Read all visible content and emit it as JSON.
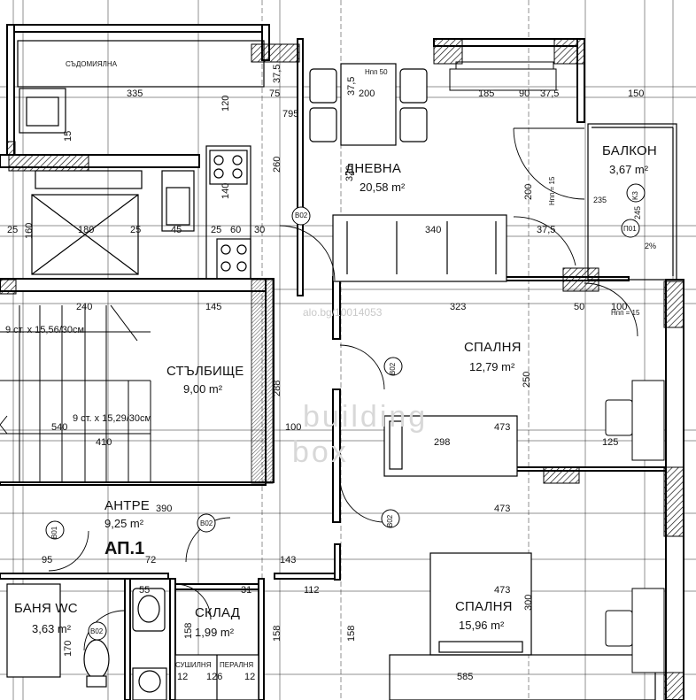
{
  "rooms": {
    "living": {
      "name": "ДНЕВНА",
      "area": "20,58 m²"
    },
    "balcony": {
      "name": "БАЛКОН",
      "area": "3,67 m²"
    },
    "stair": {
      "name": "СТЪЛБИЩЕ",
      "area": "9,00 m²"
    },
    "bed1": {
      "name": "СПАЛНЯ",
      "area": "12,79 m²"
    },
    "hall": {
      "name": "АНТРЕ",
      "area": "9,25 m²"
    },
    "bath": {
      "name": "БАНЯ WC",
      "area": "3,63 m²"
    },
    "storage": {
      "name": "СКЛАД",
      "area": "1,99 m²"
    },
    "bed2": {
      "name": "СПАЛНЯ",
      "area": "15,96 m²"
    }
  },
  "apartment": "АП.1",
  "labels": {
    "dishwasher": "СЪДОМИЯЛНА",
    "dryer": "СУШИЛНЯ",
    "washer": "ПЕРАЛНЯ",
    "flights1": "9 ст. х 15,56/30см",
    "flights2": "9 ст. х 15,29/30см",
    "hnn50": "Hпп 50",
    "hnn15": "Hпп = 15",
    "hnn15b": "Hпп = 15"
  },
  "tags": {
    "b02": "B02",
    "b01": "B01",
    "p01": "П01",
    "k3": "K3"
  },
  "watermark": {
    "site": "alo.bg/10014053",
    "brand1": "building",
    "brand2": "box"
  },
  "dims": {
    "d335": "335",
    "d795": "795",
    "d200": "200",
    "d185": "185",
    "d150": "150",
    "d75": "75",
    "d90": "90",
    "d375a": "37,5",
    "d375b": "37,5",
    "d375c": "37,5",
    "d120": "120",
    "d15": "15",
    "d260": "260",
    "d320": "320",
    "d140": "140",
    "d25a": "25",
    "d160": "160",
    "d180": "180",
    "d25b": "25",
    "d45": "45",
    "d25c": "25",
    "d60": "60",
    "d30": "30",
    "d340": "340",
    "d375d": "37,5",
    "d240": "240",
    "d145": "145",
    "d323": "323",
    "d50": "50",
    "d100": "100",
    "d250": "250",
    "d288": "288",
    "d540": "540",
    "d410": "410",
    "d298": "298",
    "d473a": "473",
    "d125": "125",
    "d473b": "473",
    "d390": "390",
    "d473c": "473",
    "d585": "585",
    "d95": "95",
    "d72": "72",
    "d143": "143",
    "d112": "112",
    "d126": "126",
    "d158a": "158",
    "d158b": "158",
    "d158c": "158",
    "d300": "300",
    "d170": "170",
    "d55": "55",
    "d31": "31",
    "d12a": "12",
    "d12b": "12",
    "d200b": "200",
    "d2pct": "2%",
    "d245": "245",
    "d235": "235",
    "d100b": "100"
  }
}
